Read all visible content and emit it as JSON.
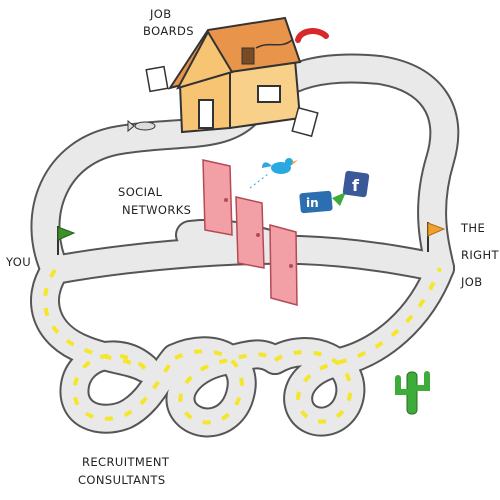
{
  "labels": {
    "job_boards": [
      "JOB",
      "BOARDS"
    ],
    "social_networks": [
      "SOCIAL",
      "NETWORKS"
    ],
    "you": "YOU",
    "the_right_job": [
      "THE",
      "RIGHT",
      "JOB"
    ],
    "recruitment_consultants": [
      "RECRUITMENT",
      "CONSULTANTS"
    ]
  },
  "logos": {
    "linkedin": "in",
    "facebook": "f"
  },
  "icons": {
    "start_flag": "green-flag-icon",
    "finish_flag": "orange-flag-icon",
    "house": "house-icon",
    "telephone": "telephone-icon",
    "twitter_bird": "bird-icon",
    "cactus": "cactus-icon",
    "fish": "fish-icon",
    "doors": "door-icon"
  },
  "colors": {
    "road": "#e8e8e8",
    "road_edge": "#555555",
    "lane_marking": "#f5e62a",
    "house_wall": "#f6c472",
    "house_roof": "#e8944a",
    "door": "#f2a0a6",
    "start_flag": "#3e8e2b",
    "finish_flag": "#f0a030",
    "cactus": "#3dac3a",
    "linkedin": "#2b6fb0",
    "facebook": "#3b5998",
    "twitter": "#2aa9e0",
    "phone": "#d8282a"
  }
}
